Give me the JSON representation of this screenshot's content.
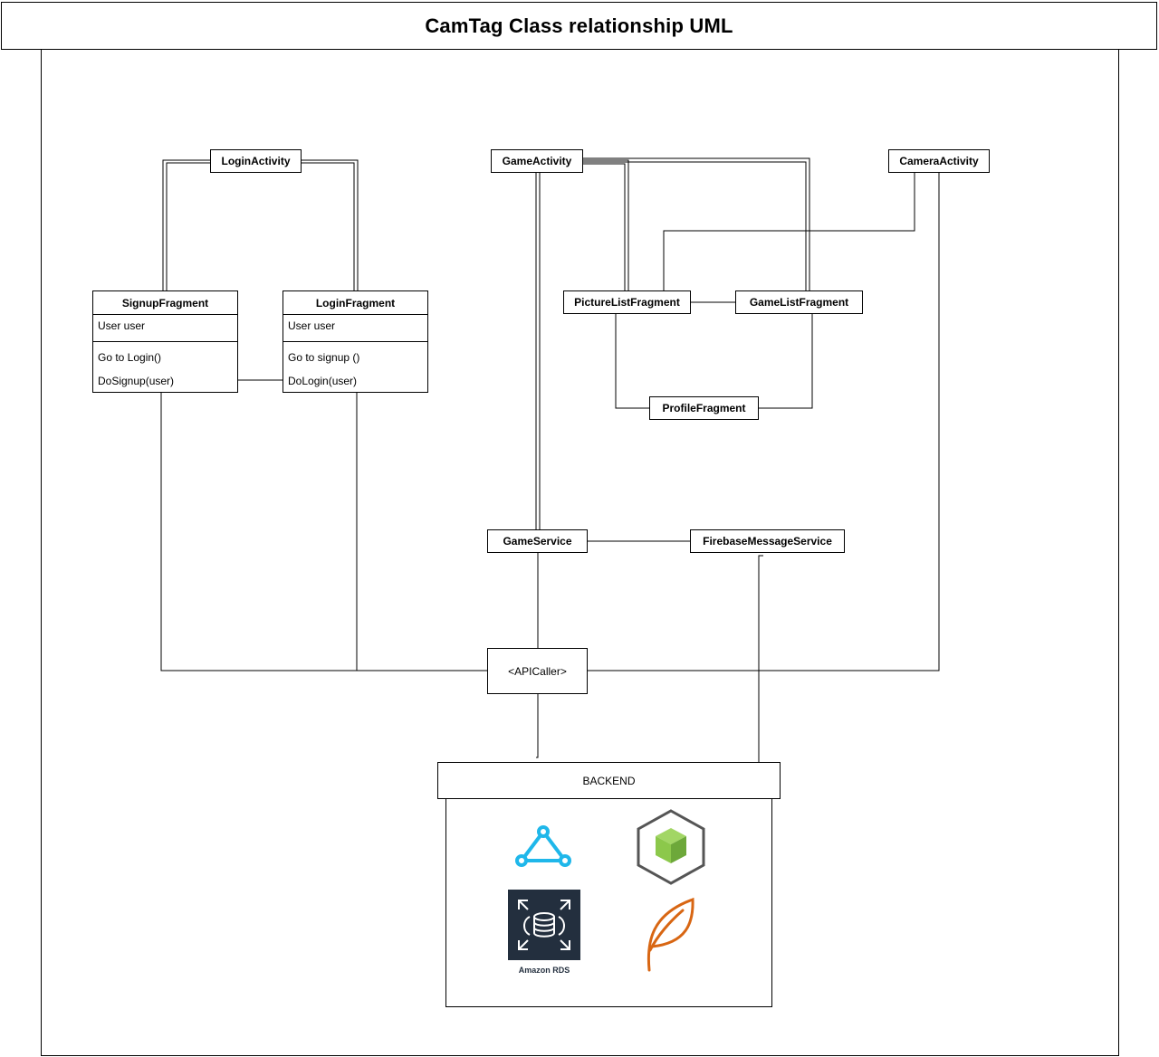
{
  "title": "CamTag Class relationship UML",
  "nodes": {
    "login_activity": "LoginActivity",
    "game_activity": "GameActivity",
    "camera_activity": "CameraActivity",
    "picture_list_fragment": "PictureListFragment",
    "game_list_fragment": "GameListFragment",
    "profile_fragment": "ProfileFragment",
    "game_service": "GameService",
    "firebase_message_service": "FirebaseMessageService",
    "api_caller": "<APICaller>",
    "backend": "BACKEND"
  },
  "classes": {
    "signup_fragment": {
      "name": "SignupFragment",
      "attribute": "User user",
      "operations": [
        "Go to Login()",
        "DoSignup(user)"
      ]
    },
    "login_fragment": {
      "name": "LoginFragment",
      "attribute": "User user",
      "operations": [
        "Go to signup ()",
        "DoLogin(user)"
      ]
    }
  },
  "backend_icons": {
    "items": [
      "triangle-network-icon",
      "nodejs-cube-icon",
      "amazon-rds-icon",
      "leaf-icon"
    ],
    "rds_caption": "Amazon RDS",
    "colors": {
      "network": "#1fb7ea",
      "node_green": "#8cc84b",
      "node_outline": "#555555",
      "rds_bg": "#232f3e",
      "leaf": "#d86613"
    }
  }
}
